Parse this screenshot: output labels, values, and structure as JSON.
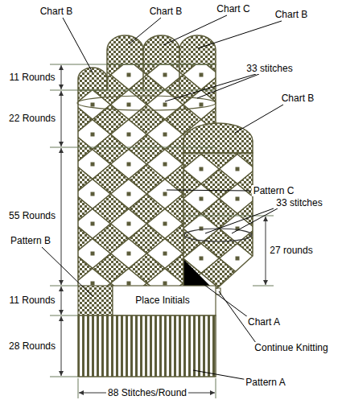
{
  "diagram": {
    "labels": [
      "Chart B",
      "Chart B",
      "Chart C",
      "Chart B",
      "11 Rounds",
      "33 stitches",
      "22 Rounds",
      "Chart B",
      "Pattern C",
      "33 stitches",
      "55 Rounds",
      "Pattern B",
      "27 rounds",
      "11 Rounds",
      "Place Initials",
      "Chart A",
      "Continue Knitting",
      "28 Rounds",
      "Pattern A",
      "88 Stitches/Round"
    ]
  }
}
